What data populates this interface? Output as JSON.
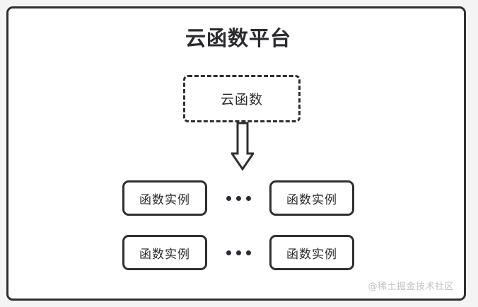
{
  "diagram": {
    "title": "云函数平台",
    "cloud_function": {
      "label": "云函数"
    },
    "arrow": {
      "icon": "down-block-arrow",
      "direction": "down"
    },
    "ellipsis": "•••",
    "rows": [
      {
        "left_instance": "函数实例",
        "right_instance": "函数实例"
      },
      {
        "left_instance": "函数实例",
        "right_instance": "函数实例"
      }
    ],
    "watermark": "@稀土掘金技术社区",
    "colors": {
      "stroke": "#2f2f33",
      "text": "#2b2b2f",
      "panel_background": "#ffffff",
      "page_background": "#f4f4f4",
      "watermark": "#c2c2c2"
    }
  }
}
